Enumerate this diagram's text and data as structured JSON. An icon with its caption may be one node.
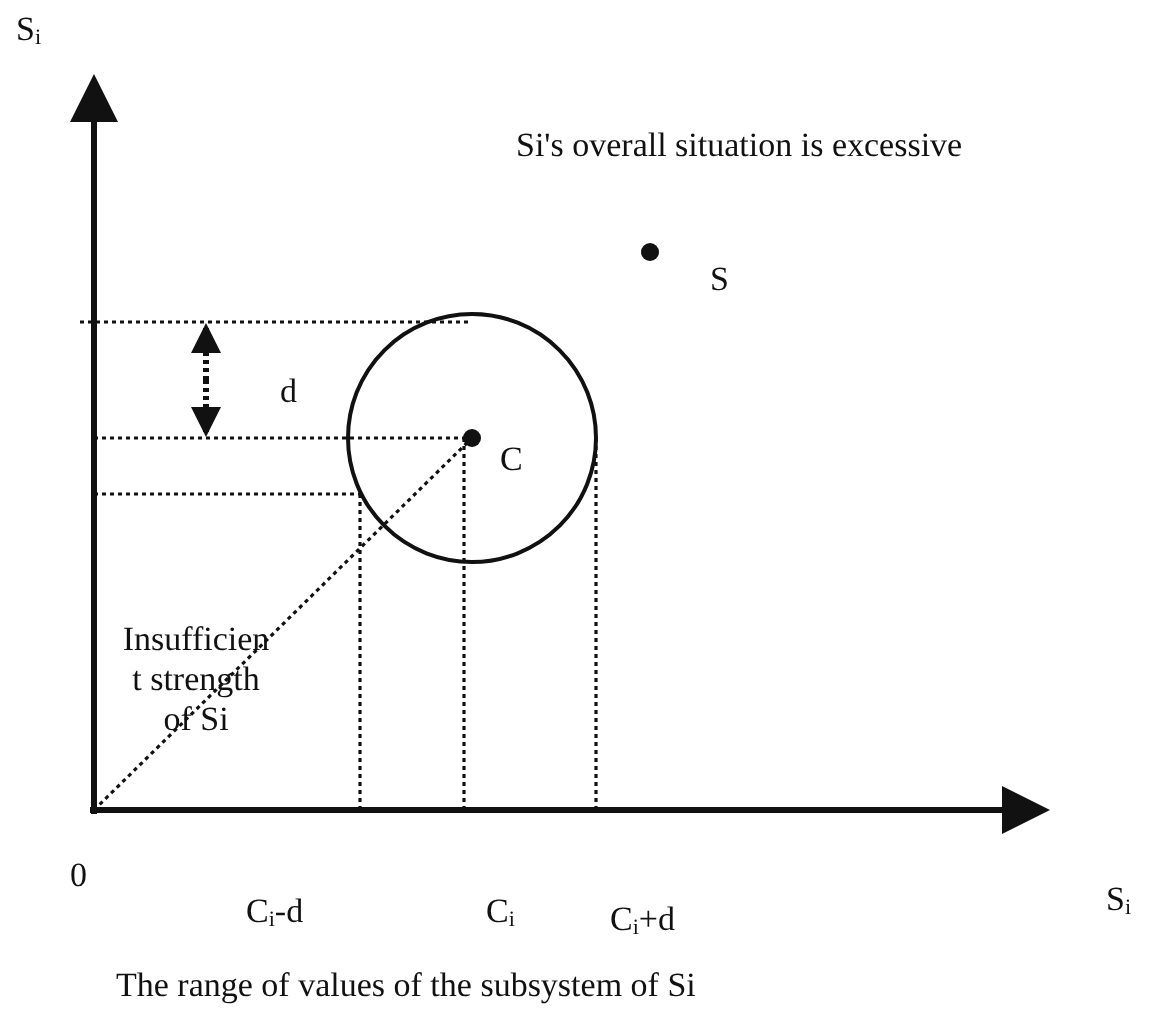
{
  "diagram": {
    "caption": "The range of values of the subsystem of Si",
    "labels": [
      "S$_{i}$",
      "Si's overall situation is excessive",
      "S",
      "d",
      "C",
      "Insufficien t strength of Si",
      "0",
      "C$_{i}$-d",
      "C$_{i}$",
      "C$_{i}$+d",
      "S$_{i}$"
    ]
  }
}
